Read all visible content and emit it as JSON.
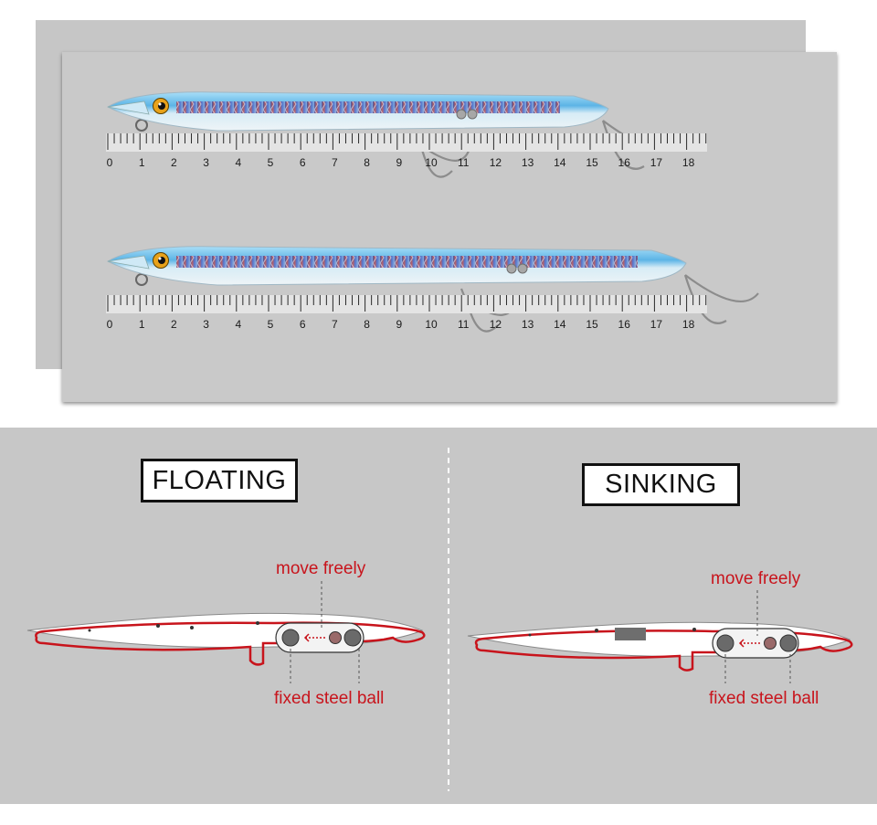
{
  "ruler": {
    "labels": [
      "0",
      "1",
      "2",
      "3",
      "4",
      "5",
      "6",
      "7",
      "8",
      "9",
      "10",
      "11",
      "12",
      "13",
      "14",
      "15",
      "16",
      "17",
      "18"
    ],
    "unit_count": 18
  },
  "lures": [
    {
      "name": "lure-floating",
      "body_color": "#6fc1ec",
      "eye_color": "#e8a21a"
    },
    {
      "name": "lure-sinking",
      "body_color": "#6fc1ec",
      "eye_color": "#e8a21a"
    }
  ],
  "diagram": {
    "floating": {
      "title": "FLOATING",
      "move_label": "move freely",
      "fixed_label": "fixed steel ball"
    },
    "sinking": {
      "title": "SINKING",
      "move_label": "move freely",
      "fixed_label": "fixed steel ball"
    }
  },
  "colors": {
    "accent_red": "#c8141c",
    "panel_gray": "#c7c7c7"
  }
}
